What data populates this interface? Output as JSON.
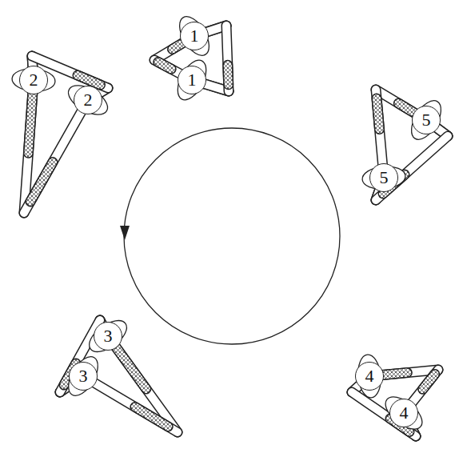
{
  "diagram": {
    "nodes": [
      {
        "text": [
          "1"
        ]
      },
      {
        "text": [
          "1"
        ]
      },
      {
        "text": [
          "2"
        ]
      },
      {
        "text": [
          "2"
        ]
      },
      {
        "text": [
          "3"
        ]
      },
      {
        "text": [
          "3"
        ]
      },
      {
        "text": [
          "4"
        ]
      },
      {
        "text": [
          "4"
        ]
      },
      {
        "text": [
          "5"
        ]
      },
      {
        "text": [
          "5"
        ]
      }
    ]
  }
}
